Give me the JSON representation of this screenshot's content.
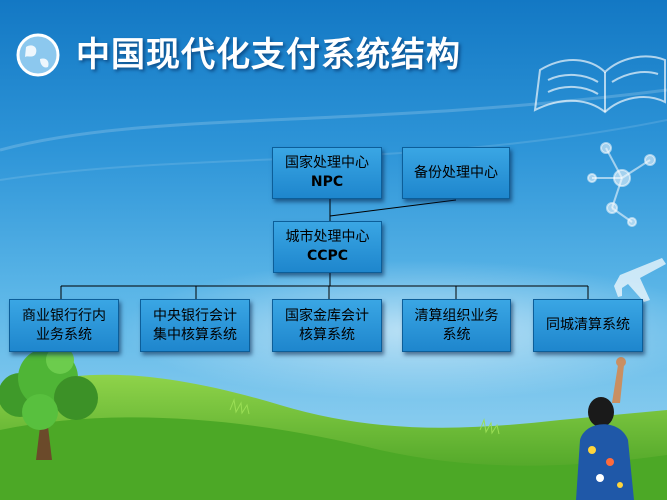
{
  "title": "中国现代化支付系统结构",
  "nodes": {
    "npc": {
      "line1": "国家处理中心",
      "line2": "NPC"
    },
    "backup": {
      "line1": "备份处理中心"
    },
    "ccpc": {
      "line1": "城市处理中心",
      "line2": "CCPC"
    },
    "children": [
      {
        "line1": "商业银行行内",
        "line2": "业务系统"
      },
      {
        "line1": "中央银行会计",
        "line2": "集中核算系统"
      },
      {
        "line1": "国家金库会计",
        "line2": "核算系统"
      },
      {
        "line1": "清算组织业务",
        "line2": "系统"
      },
      {
        "line1": "同城清算系统"
      }
    ]
  },
  "colors": {
    "box_fill": "#2a98d9",
    "sky_top": "#1378c4",
    "grass": "#5ab82c"
  },
  "icons": [
    "globe-icon",
    "book-icon",
    "molecule-icon",
    "airplane-icon",
    "tree-icon",
    "person-icon"
  ]
}
